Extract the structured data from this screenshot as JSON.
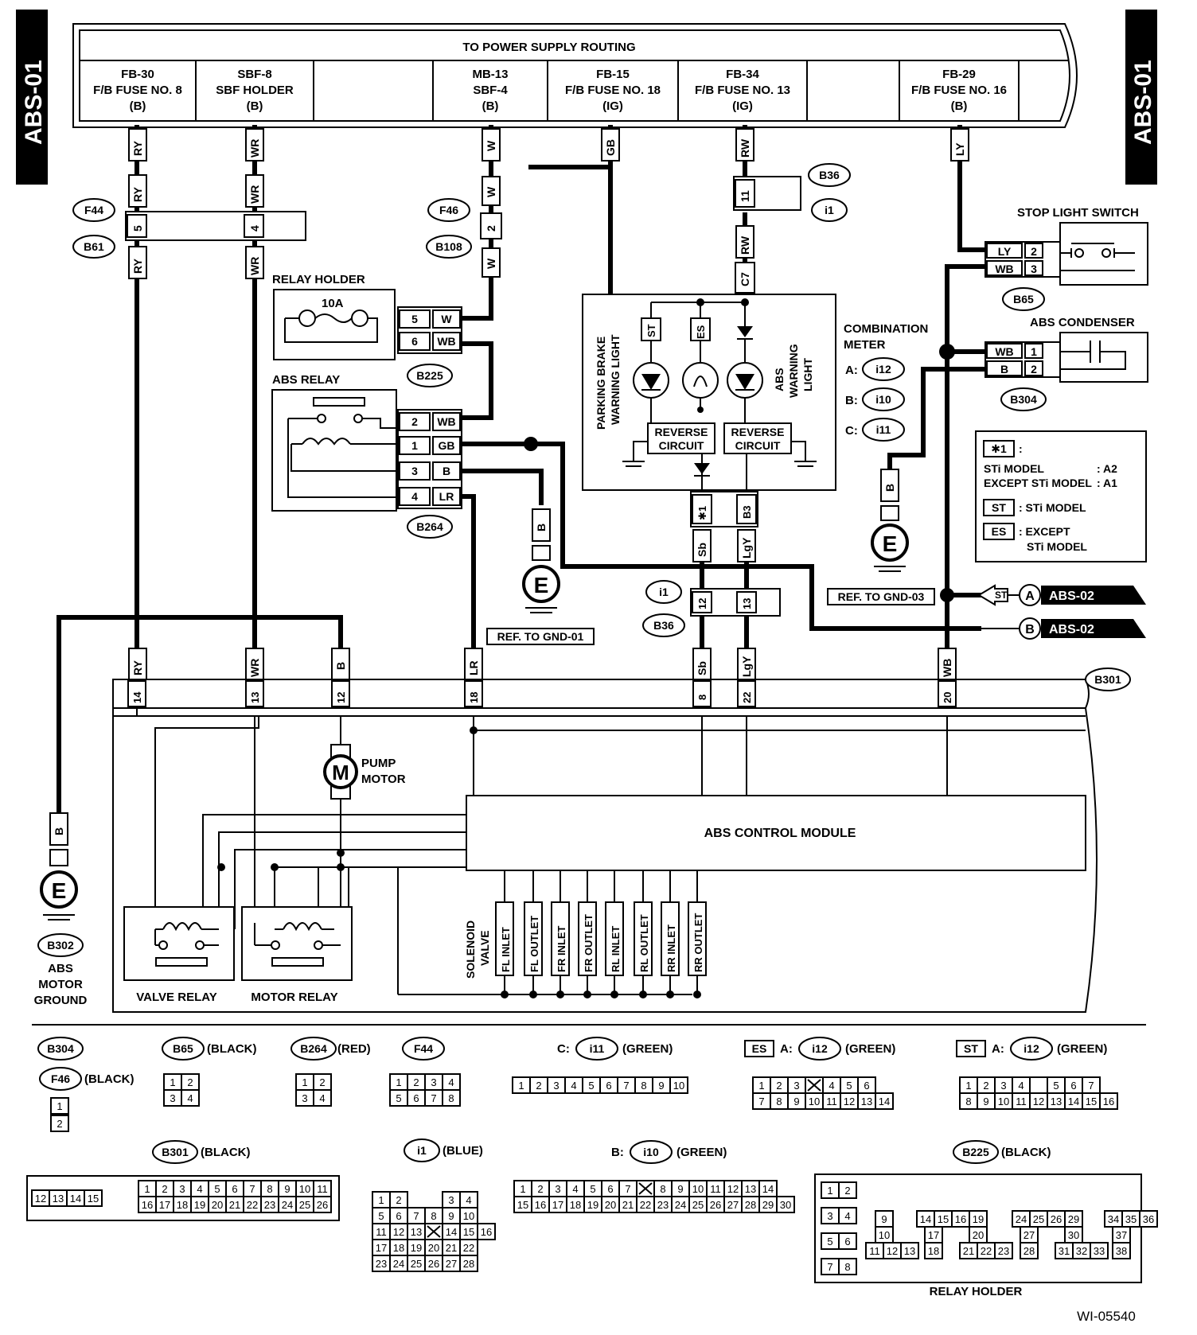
{
  "page": {
    "code": "ABS-01",
    "figure_id": "WI-05540"
  },
  "power_supply": {
    "title": "TO POWER SUPPLY ROUTING",
    "fuses": [
      {
        "id": "fb30",
        "l1": "FB-30",
        "l2": "F/B FUSE NO. 8",
        "l3": "(B)"
      },
      {
        "id": "sbf8",
        "l1": "SBF-8",
        "l2": "SBF HOLDER",
        "l3": "(B)"
      },
      {
        "id": "mb13",
        "l1": "MB-13",
        "l2": "SBF-4",
        "l3": "(B)"
      },
      {
        "id": "fb15",
        "l1": "FB-15",
        "l2": "F/B FUSE NO. 18",
        "l3": "(IG)"
      },
      {
        "id": "fb34",
        "l1": "FB-34",
        "l2": "F/B FUSE NO. 13",
        "l3": "(IG)"
      },
      {
        "id": "fb29",
        "l1": "FB-29",
        "l2": "F/B FUSE NO. 16",
        "l3": "(B)"
      }
    ]
  },
  "wire_colors": [
    "RY",
    "WR",
    "W",
    "GB",
    "RW",
    "LY",
    "WB",
    "B",
    "LR",
    "Sb",
    "LgY"
  ],
  "connector_ids": [
    "F44",
    "B61",
    "F46",
    "B108",
    "B36",
    "i1",
    "B65",
    "B304",
    "B225",
    "B264",
    "B301",
    "B302",
    "i10",
    "i11",
    "i12"
  ],
  "pins": {
    "f44_5": "5",
    "f44_4": "4",
    "f46_2": "2",
    "b36_11": "11",
    "c7": "C7",
    "r5": "5",
    "r6": "6",
    "r2": "2",
    "r1": "1",
    "r3": "3",
    "r4": "4",
    "s2": "2",
    "s3": "3",
    "c1": "1",
    "c2": "2",
    "star1": "✱1",
    "b3": "B3",
    "p12": "12",
    "p13": "13",
    "m14": "14",
    "m13": "13",
    "m12": "12",
    "m18": "18",
    "m8": "8",
    "m22": "22",
    "m20": "20"
  },
  "labels": {
    "relay_holder": "RELAY HOLDER",
    "fuse_10a": "10A",
    "abs_relay": "ABS RELAY",
    "stop_light_switch": "STOP LIGHT SWITCH",
    "abs_condenser": "ABS CONDENSER",
    "combination_meter_1": "COMBINATION",
    "combination_meter_2": "METER",
    "meter_a": "A:",
    "meter_b": "B:",
    "meter_c": "C:",
    "parking_1": "PARKING BRAKE",
    "parking_2": "WARNING LIGHT",
    "abs_w1": "ABS",
    "abs_w2": "WARNING",
    "abs_w3": "LIGHT",
    "st": "ST",
    "es": "ES",
    "reverse": "REVERSE",
    "circuit": "CIRCUIT",
    "ref_gnd01": "REF. TO GND-01",
    "ref_gnd03": "REF. TO GND-03",
    "abs02": "ABS-02",
    "arrow_a": "A",
    "arrow_b": "B",
    "st_arrow": "ST",
    "pump_1": "PUMP",
    "pump_2": "MOTOR",
    "motor_m": "M",
    "ground_e": "E",
    "abs_control_module": "ABS CONTROL MODULE",
    "solenoid_1": "SOLENOID",
    "solenoid_2": "VALVE",
    "valve_relay": "VALVE RELAY",
    "motor_relay": "MOTOR RELAY",
    "abs_motor_ground_1": "ABS",
    "abs_motor_ground_2": "MOTOR",
    "abs_motor_ground_3": "GROUND",
    "relay_holder_bottom": "RELAY HOLDER"
  },
  "solenoids": [
    "FL INLET",
    "FL OUTLET",
    "FR INLET",
    "FR OUTLET",
    "RL INLET",
    "RL OUTLET",
    "RR INLET",
    "RR OUTLET"
  ],
  "legend": {
    "star": "✱1",
    "colon": ":",
    "sti_model": "STi MODEL",
    "sti_value": ": A2",
    "except_sti": "EXCEPT STi MODEL",
    "except_value": ": A1",
    "st_box": "ST",
    "st_text": ": STi MODEL",
    "es_box": "ES",
    "es_text_1": ": EXCEPT",
    "es_text_2": "STi MODEL"
  },
  "connector_headers": {
    "b65_color": "(BLACK)",
    "f46_color": "(BLACK)",
    "b264_color": "(RED)",
    "c_prefix": "C:",
    "i11_color": "(GREEN)",
    "es_box": "ES",
    "a_prefix": "A:",
    "i12_color": "(GREEN)",
    "st_box": "ST",
    "b301_color": "(BLACK)",
    "i1_color": "(BLUE)",
    "b_prefix": "B:",
    "i10_color": "(GREEN)",
    "b225_color": "(BLACK)"
  }
}
